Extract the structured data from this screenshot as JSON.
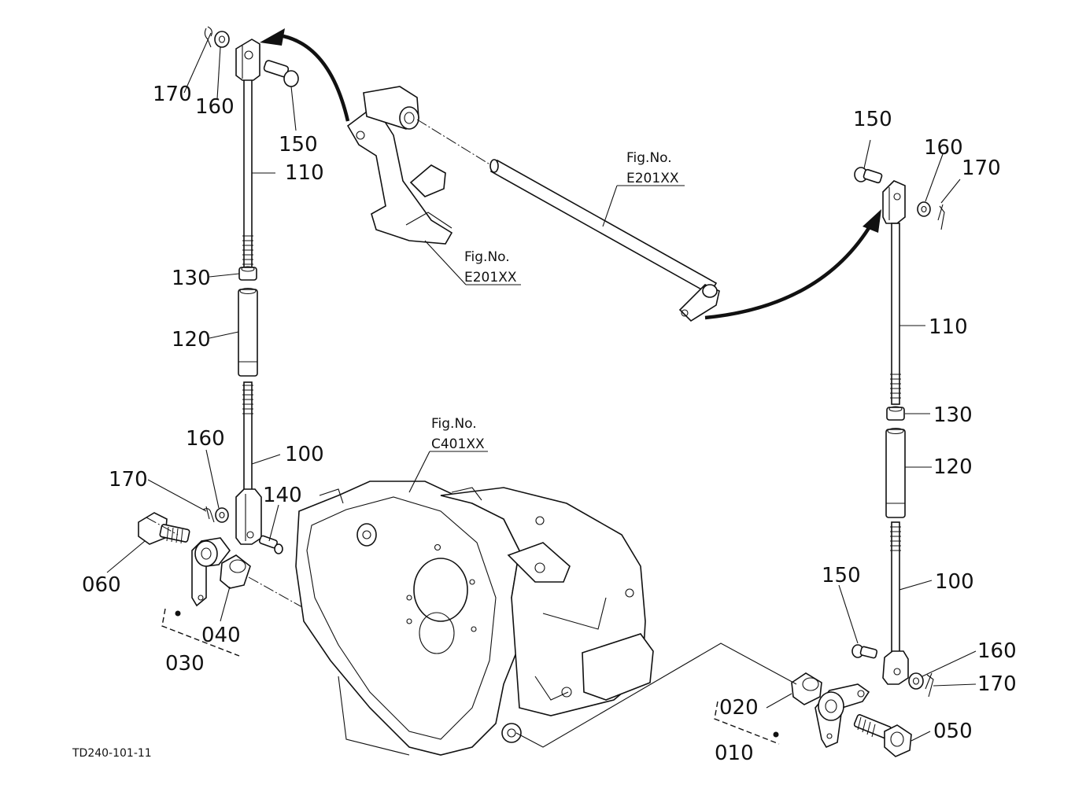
{
  "diagram_code": "TD240-101-11",
  "callouts": {
    "left_170_top": "170",
    "left_160_top": "160",
    "left_150_top": "150",
    "left_110": "110",
    "left_130": "130",
    "left_120": "120",
    "left_100": "100",
    "left_160_bottom": "160",
    "left_170_bottom": "170",
    "left_140": "140",
    "left_060": "060",
    "left_040": "040",
    "left_030": "030",
    "right_150_top": "150",
    "right_160_top": "160",
    "right_170_top": "170",
    "right_110": "110",
    "right_130": "130",
    "right_120": "120",
    "right_100": "100",
    "right_150_bottom": "150",
    "right_160_bottom": "160",
    "right_170_bottom": "170",
    "right_020": "020",
    "right_050": "050",
    "right_010": "010"
  },
  "figure_refs": {
    "pedal_shaft": {
      "label": "Fig.No.",
      "code": "E201XX"
    },
    "pedal_arm": {
      "label": "Fig.No.",
      "code": "E201XX"
    },
    "housing": {
      "label": "Fig.No.",
      "code": "C401XX"
    }
  }
}
